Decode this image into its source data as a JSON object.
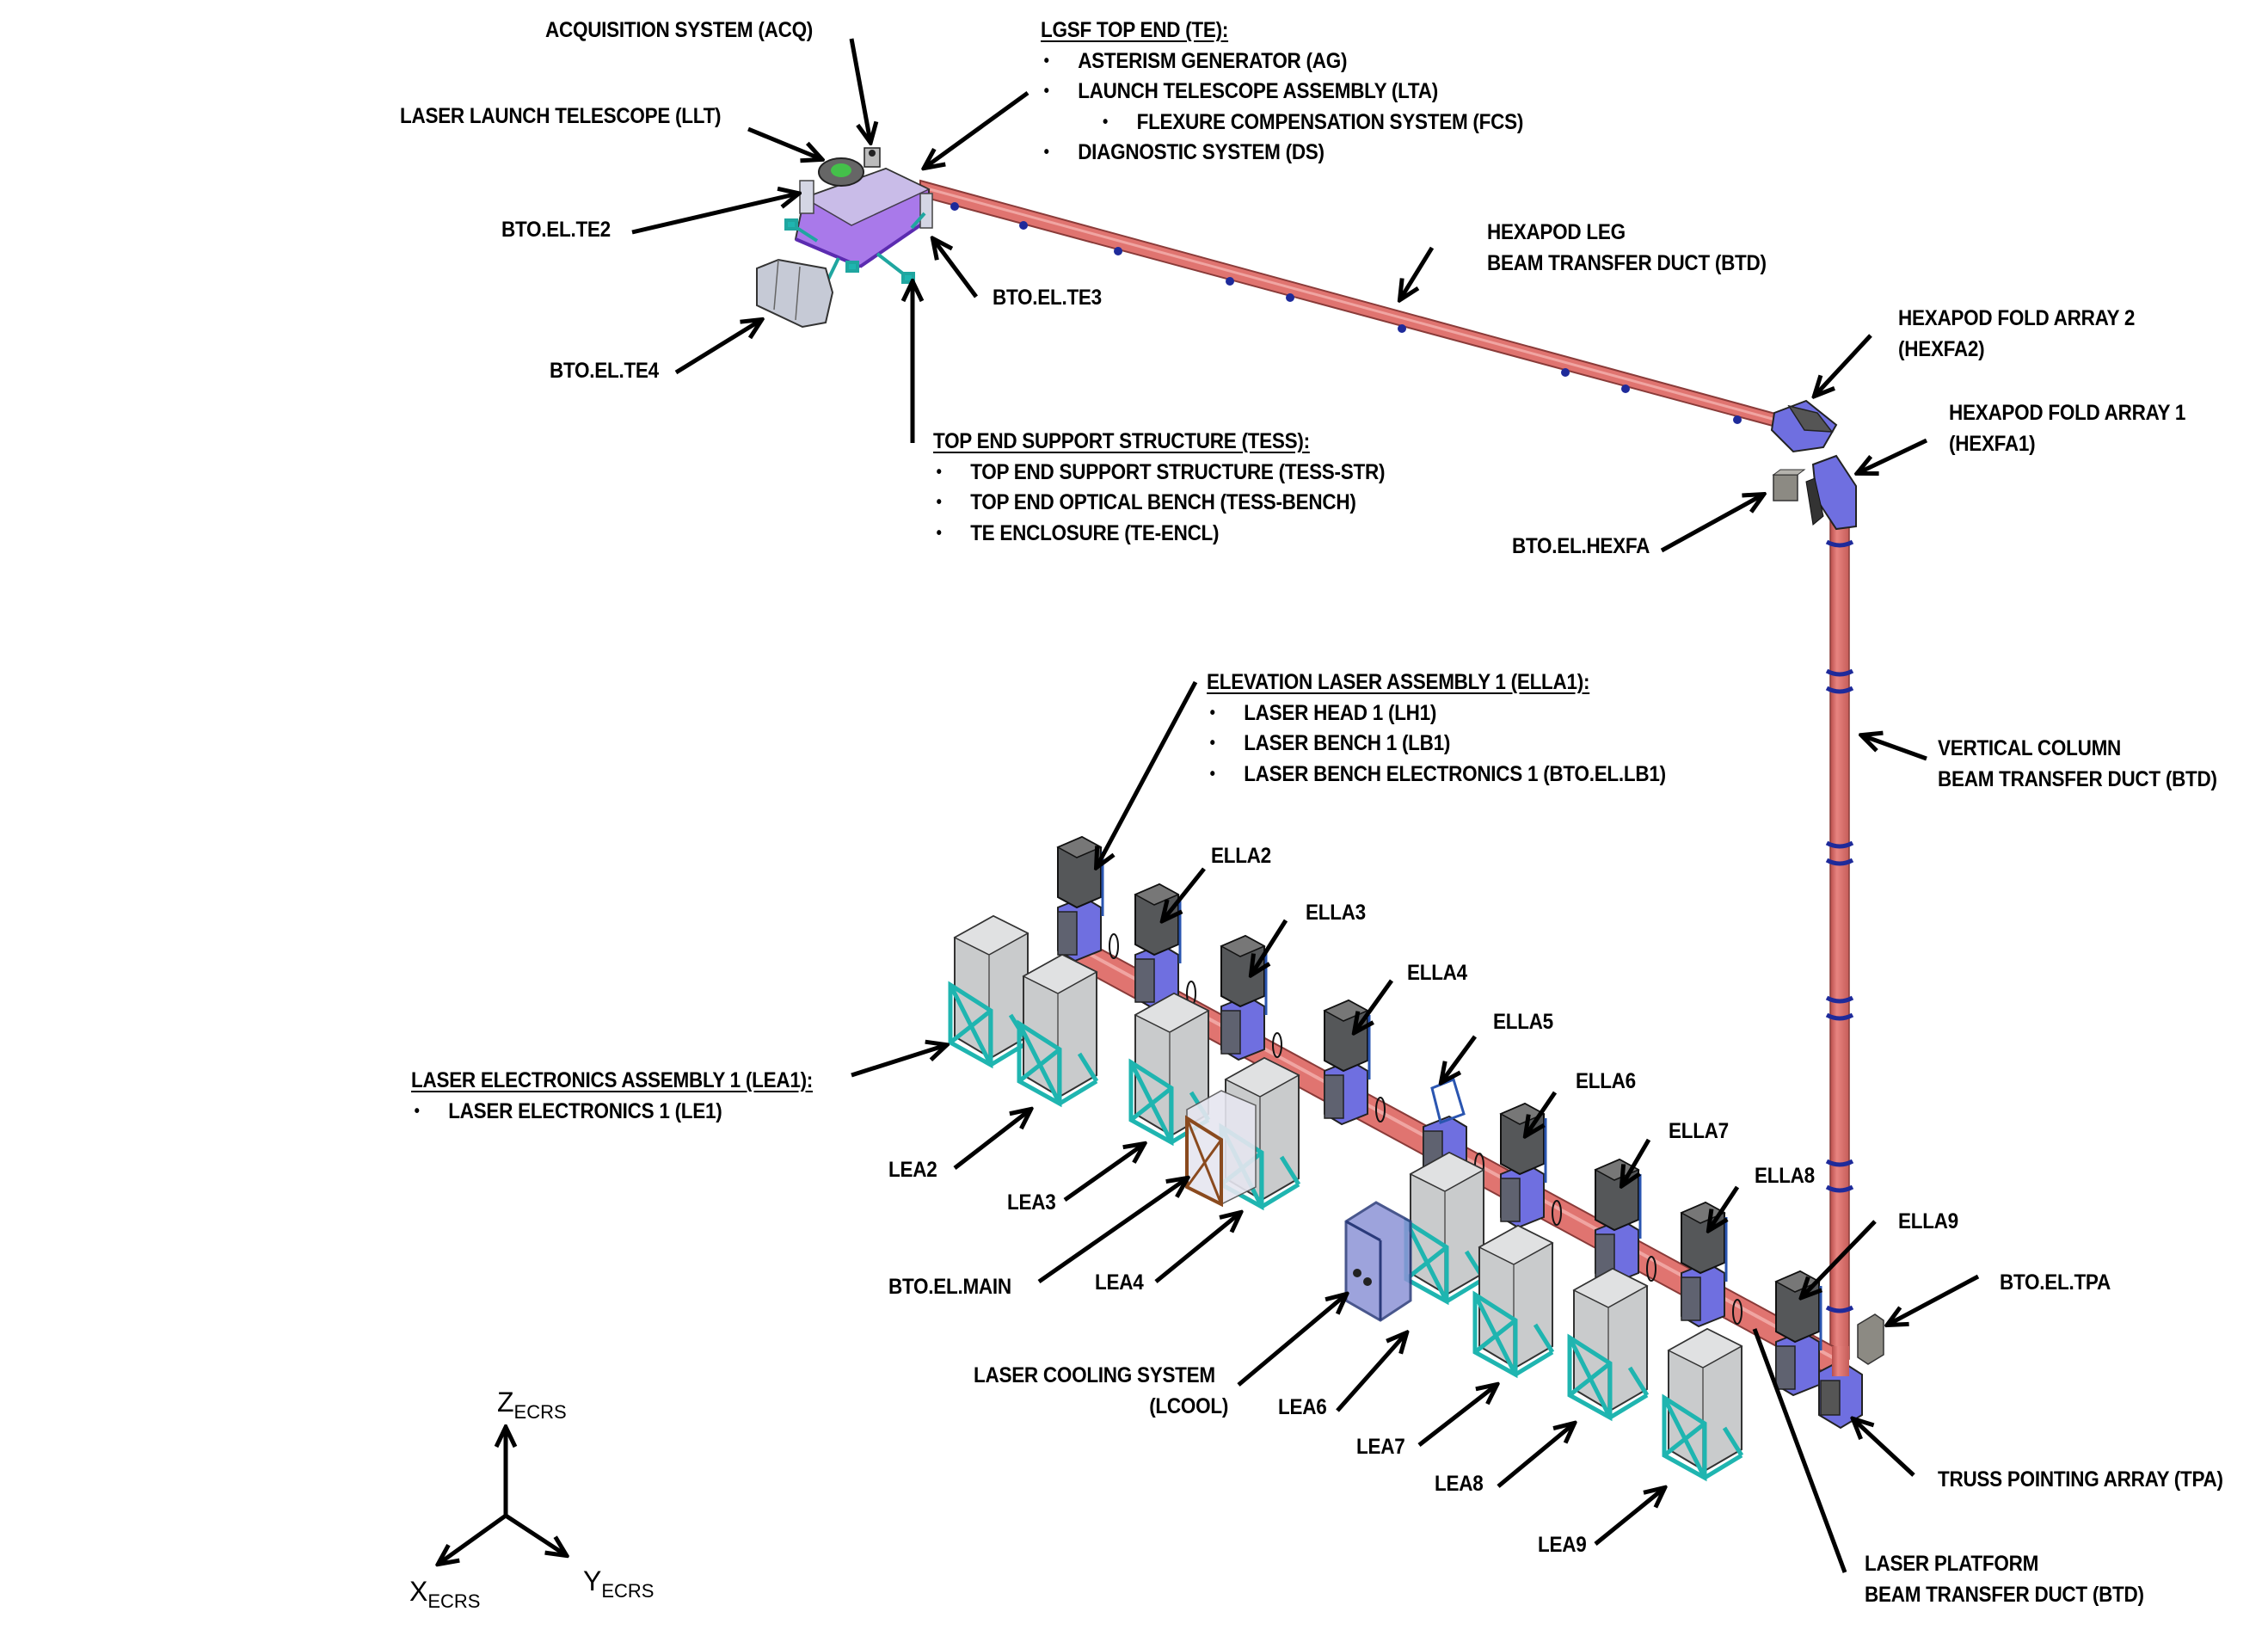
{
  "diagram": {
    "title": "LGSF system layout (isometric CAD view)",
    "colors": {
      "duct": "#e07470",
      "duct_dark": "#b84d4a",
      "fold_array": "#6f6fe0",
      "clamp": "#1e2a9a",
      "enclosure_purple": "#a06be8",
      "support_teal": "#1fb5b0",
      "cabinet_grey": "#c9cbcc",
      "laser_head": "#555759",
      "main_frame": "#8a4a1e",
      "cooling": "#7f86c8",
      "electronics_box": "#8c8a83",
      "arrow": "#000000"
    },
    "top_end_block": {
      "heading": "LGSF TOP END (TE):",
      "items": [
        {
          "text": "ASTERISM GENERATOR (AG)",
          "level": 1
        },
        {
          "text": "LAUNCH TELESCOPE ASSEMBLY (LTA)",
          "level": 1
        },
        {
          "text": "FLEXURE COMPENSATION SYSTEM (FCS)",
          "level": 2
        },
        {
          "text": "DIAGNOSTIC SYSTEM (DS)",
          "level": 1
        }
      ]
    },
    "tess_block": {
      "heading": "TOP END SUPPORT STRUCTURE (TESS):",
      "items": [
        {
          "text": "TOP END SUPPORT STRUCTURE (TESS-STR)"
        },
        {
          "text": "TOP END OPTICAL BENCH (TESS-BENCH)"
        },
        {
          "text": "TE ENCLOSURE (TE-ENCL)"
        }
      ]
    },
    "ella1_block": {
      "heading": "ELEVATION LASER ASSEMBLY 1 (ELLA1):",
      "items": [
        {
          "text": "LASER HEAD 1 (LH1)"
        },
        {
          "text": "LASER BENCH 1 (LB1)"
        },
        {
          "text": "LASER BENCH ELECTRONICS 1 (BTO.EL.LB1)"
        }
      ]
    },
    "lea1_block": {
      "heading": "LASER ELECTRONICS ASSEMBLY 1 (LEA1):",
      "items": [
        {
          "text": "LASER ELECTRONICS 1 (LE1)"
        }
      ]
    },
    "labels": {
      "acq": "ACQUISITION SYSTEM (ACQ)",
      "llt": "LASER LAUNCH TELESCOPE (LLT)",
      "te2": "BTO.EL.TE2",
      "te3": "BTO.EL.TE3",
      "te4": "BTO.EL.TE4",
      "hex_leg_1": "HEXAPOD LEG",
      "hex_leg_2": "BEAM TRANSFER DUCT (BTD)",
      "hexfa2_1": "HEXAPOD FOLD ARRAY 2",
      "hexfa2_2": "(HEXFA2)",
      "hexfa1_1": "HEXAPOD FOLD ARRAY 1",
      "hexfa1_2": "(HEXFA1)",
      "hexfa_el": "BTO.EL.HEXFA",
      "vcol_1": "VERTICAL COLUMN",
      "vcol_2": "BEAM TRANSFER DUCT (BTD)",
      "ella2": "ELLA2",
      "ella3": "ELLA3",
      "ella4": "ELLA4",
      "ella5": "ELLA5",
      "ella6": "ELLA6",
      "ella7": "ELLA7",
      "ella8": "ELLA8",
      "ella9": "ELLA9",
      "lea2": "LEA2",
      "lea3": "LEA3",
      "lea4": "LEA4",
      "lea6": "LEA6",
      "lea7": "LEA7",
      "lea8": "LEA8",
      "lea9": "LEA9",
      "main": "BTO.EL.MAIN",
      "lcool_1": "LASER COOLING SYSTEM",
      "lcool_2": "(LCOOL)",
      "tpa_el": "BTO.EL.TPA",
      "tpa": "TRUSS POINTING ARRAY (TPA)",
      "lp_1": "LASER PLATFORM",
      "lp_2": "BEAM TRANSFER DUCT (BTD)"
    },
    "axes": {
      "z": {
        "main": "Z",
        "sub": "ECRS"
      },
      "x": {
        "main": "X",
        "sub": "ECRS"
      },
      "y": {
        "main": "Y",
        "sub": "ECRS"
      }
    }
  }
}
